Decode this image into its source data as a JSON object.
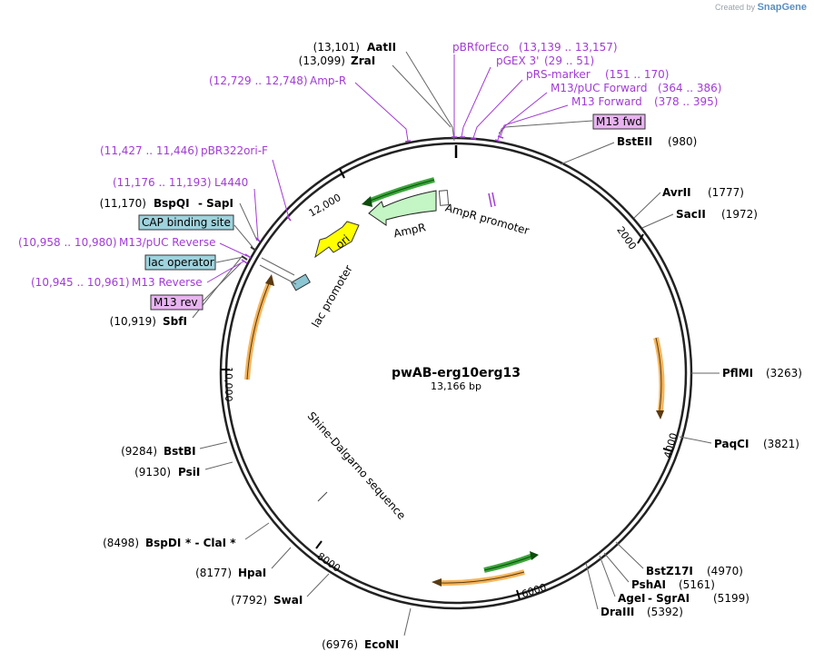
{
  "credit": {
    "prefix": "Created by",
    "brand": "SnapGene"
  },
  "plasmid": {
    "name": "pwAB-erg10erg13",
    "size_label": "13,166 bp"
  },
  "ring_ticks": [
    "2000",
    "4000",
    "6000",
    "8000",
    "10,000",
    "12,000"
  ],
  "enzymes": [
    {
      "id": "aatii",
      "name": "AatII",
      "pos": "(13,101)"
    },
    {
      "id": "zrai",
      "name": "ZraI",
      "pos": "(13,099)"
    },
    {
      "id": "bsteii",
      "name": "BstEII",
      "pos": "(980)"
    },
    {
      "id": "avrii",
      "name": "AvrII",
      "pos": "(1777)"
    },
    {
      "id": "sacii",
      "name": "SacII",
      "pos": "(1972)"
    },
    {
      "id": "pflmi",
      "name": "PflMI",
      "pos": "(3263)"
    },
    {
      "id": "paqci",
      "name": "PaqCI",
      "pos": "(3821)"
    },
    {
      "id": "bstz17i",
      "name": "BstZ17I",
      "pos": "(4970)"
    },
    {
      "id": "pshai",
      "name": "PshAI",
      "pos": "(5161)"
    },
    {
      "id": "agei",
      "name": "AgeI",
      "extra": " - SgrAI",
      "pos": "(5199)"
    },
    {
      "id": "draiii",
      "name": "DraIII",
      "pos": "(5392)"
    },
    {
      "id": "econi",
      "name": "EcoNI",
      "pos": "(6976)"
    },
    {
      "id": "swai",
      "name": "SwaI",
      "pos": "(7792)"
    },
    {
      "id": "hpai",
      "name": "HpaI",
      "pos": "(8177)"
    },
    {
      "id": "bspdi",
      "name": "BspDI",
      "extra": "* - ClaI *",
      "pos": "(8498)"
    },
    {
      "id": "psti",
      "name": "PsiI",
      "pos": "(9130)"
    },
    {
      "id": "bstbi",
      "name": "BstBI",
      "pos": "(9284)"
    },
    {
      "id": "sbfi",
      "name": "SbfI",
      "pos": "(10,919)"
    },
    {
      "id": "bspqi",
      "name": "BspQI",
      "extra": " - SapI",
      "pos": "(11,170)"
    }
  ],
  "primers": [
    {
      "id": "pbrforeco",
      "name": "pBRforEco",
      "range": "(13,139 .. 13,157)"
    },
    {
      "id": "pgex3",
      "name": "pGEX 3'",
      "range": "(29 .. 51)"
    },
    {
      "id": "prsmarker",
      "name": "pRS-marker",
      "range": "(151 .. 170)"
    },
    {
      "id": "m13pucfwd",
      "name": "M13/pUC Forward",
      "range": "(364 .. 386)"
    },
    {
      "id": "m13fwdp",
      "name": "M13 Forward",
      "range": "(378 .. 395)"
    },
    {
      "id": "ampr_p",
      "name": "Amp-R",
      "range": "(12,729 .. 12,748)"
    },
    {
      "id": "pbr322",
      "name": "pBR322ori-F",
      "range": "(11,427 .. 11,446)"
    },
    {
      "id": "l4440",
      "name": "L4440",
      "range": "(11,176 .. 11,193)"
    },
    {
      "id": "m13pucrev",
      "name": "M13/pUC Reverse",
      "range": "(10,958 .. 10,980)"
    },
    {
      "id": "m13revp",
      "name": "M13 Reverse",
      "range": "(10,945 .. 10,961)"
    }
  ],
  "boxed_labels": [
    {
      "id": "m13fwd",
      "text": "M13 fwd",
      "color": "#e8b4f0"
    },
    {
      "id": "cap",
      "text": "CAP binding site",
      "color": "#9fd3dd"
    },
    {
      "id": "lacop",
      "text": "lac operator",
      "color": "#9fd3dd"
    },
    {
      "id": "m13rev",
      "text": "M13 rev",
      "color": "#e8b4f0"
    }
  ],
  "features": [
    {
      "id": "ampr",
      "text": "AmpR",
      "color": "#c4f5c4"
    },
    {
      "id": "ampr_promoter",
      "text": "AmpR promoter"
    },
    {
      "id": "ori",
      "text": "ori",
      "color": "#ffff00"
    },
    {
      "id": "lac_promoter",
      "text": "lac promoter"
    },
    {
      "id": "shine",
      "text": "Shine-Dalgarno sequence"
    }
  ],
  "colors": {
    "orf_orange": "#f5b55b",
    "orf_green": "#2e9d2e",
    "primer": "#a23bd6",
    "ampr": "#c4f5c4",
    "ori": "#ffff00"
  }
}
